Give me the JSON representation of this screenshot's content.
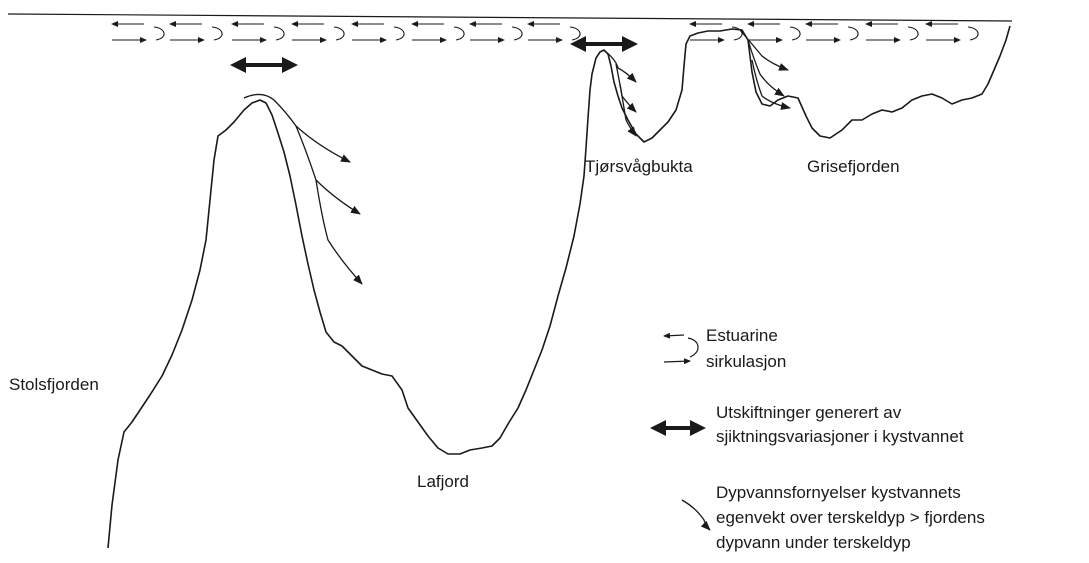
{
  "labels": {
    "stolsfjorden": "Stolsfjorden",
    "lafjord": "Lafjord",
    "tjorsvagbukta": "Tjørsvågbukta",
    "grisefjorden": "Grisefjorden"
  },
  "legend": {
    "estuarine_line1": "Estuarine",
    "estuarine_line2": "sirkulasjon",
    "exchange_line1": "Utskiftninger generert av",
    "exchange_line2": "sjiktningsvariasjoner i kystvannet",
    "deepwater_line1": "Dypvannsfornyelser  kystvannets",
    "deepwater_line2": "egenvekt over  terskeldyp > fjordens",
    "deepwater_line3": "dypvann under terskeldyp"
  },
  "colors": {
    "ink": "#1a1a1a",
    "background": "#ffffff"
  }
}
